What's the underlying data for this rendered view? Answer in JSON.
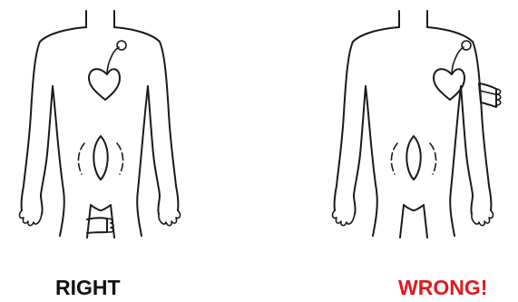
{
  "panels": [
    {
      "caption": "RIGHT",
      "caption_color": "#111111",
      "cuff_location": "thigh"
    },
    {
      "caption": "WRONG!",
      "caption_color": "#e0191d",
      "cuff_location": "upper-arm"
    }
  ],
  "icons": [
    "body-outline-icon",
    "heart-icon",
    "uterus-icon",
    "cuff-icon"
  ]
}
